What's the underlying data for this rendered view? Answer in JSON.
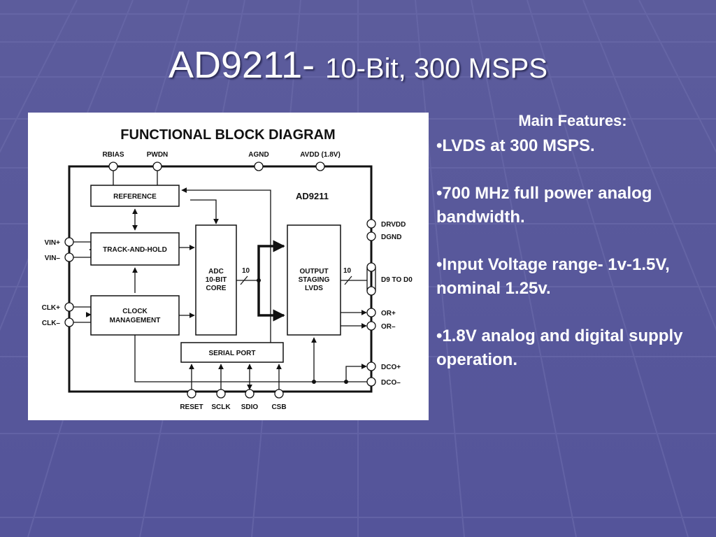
{
  "slide": {
    "title_main": "AD9211- ",
    "title_sub": "10-Bit, 300 MSPS",
    "features_heading": "Main Features:",
    "bullets": [
      "•LVDS at 300 MSPS.",
      "•700 MHz full power analog bandwidth.",
      "•Input Voltage range- 1v-1.5V, nominal 1.25v.",
      "•1.8V analog and digital supply operation."
    ],
    "background_color": "#5a5a9a"
  },
  "diagram": {
    "heading": "FUNCTIONAL BLOCK DIAGRAM",
    "chip_name": "AD9211",
    "blocks": {
      "reference": "REFERENCE",
      "track_hold": "TRACK-AND-HOLD",
      "clock_1": "CLOCK",
      "clock_2": "MANAGEMENT",
      "adc_1": "ADC",
      "adc_2": "10-BIT",
      "adc_3": "CORE",
      "output_1": "OUTPUT",
      "output_2": "STAGING",
      "output_3": "LVDS",
      "serial_port": "SERIAL PORT"
    },
    "pins": {
      "rbias": "RBIAS",
      "pwdn": "PWDN",
      "agnd": "AGND",
      "avdd": "AVDD (1.8V)",
      "vin_p": "VIN+",
      "vin_m": "VIN–",
      "clk_p": "CLK+",
      "clk_m": "CLK–",
      "drvdd": "DRVDD",
      "dgnd": "DGND",
      "d9_d0": "D9 TO D0",
      "or_p": "OR+",
      "or_m": "OR–",
      "dco_p": "DCO+",
      "dco_m": "DCO–",
      "reset": "RESET",
      "sclk": "SCLK",
      "sdio": "SDIO",
      "csb": "CSB"
    },
    "bus_width_1": "10",
    "bus_width_2": "10"
  }
}
